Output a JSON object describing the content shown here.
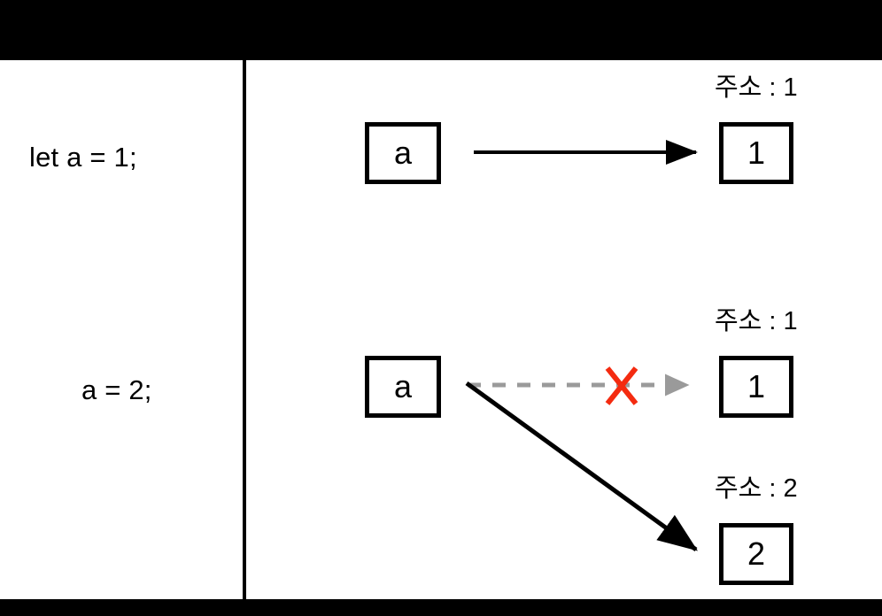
{
  "diagram": {
    "title_topic": "JavaScript variable reassignment memory diagram",
    "background_color": "#ffffff",
    "letterbox_color": "#000000",
    "stroke_color": "#000000",
    "muted_stroke_color": "#9a9a9a",
    "error_color": "#f42b10",
    "rows": [
      {
        "code": "let a = 1;",
        "variable_label": "a",
        "targets": [
          {
            "address_label": "주소 : 1",
            "value": "1"
          }
        ]
      },
      {
        "code": "a = 2;",
        "variable_label": "a",
        "targets": [
          {
            "address_label": "주소 : 1",
            "value": "1"
          },
          {
            "address_label": "주소 : 2",
            "value": "2"
          }
        ]
      }
    ],
    "arrows": {
      "bind_solid": "solid-arrow",
      "unbind_dashed": "dashed-arrow",
      "rebind_diagonal": "solid-diagonal-arrow",
      "broken_marker": "red-x-icon"
    }
  }
}
